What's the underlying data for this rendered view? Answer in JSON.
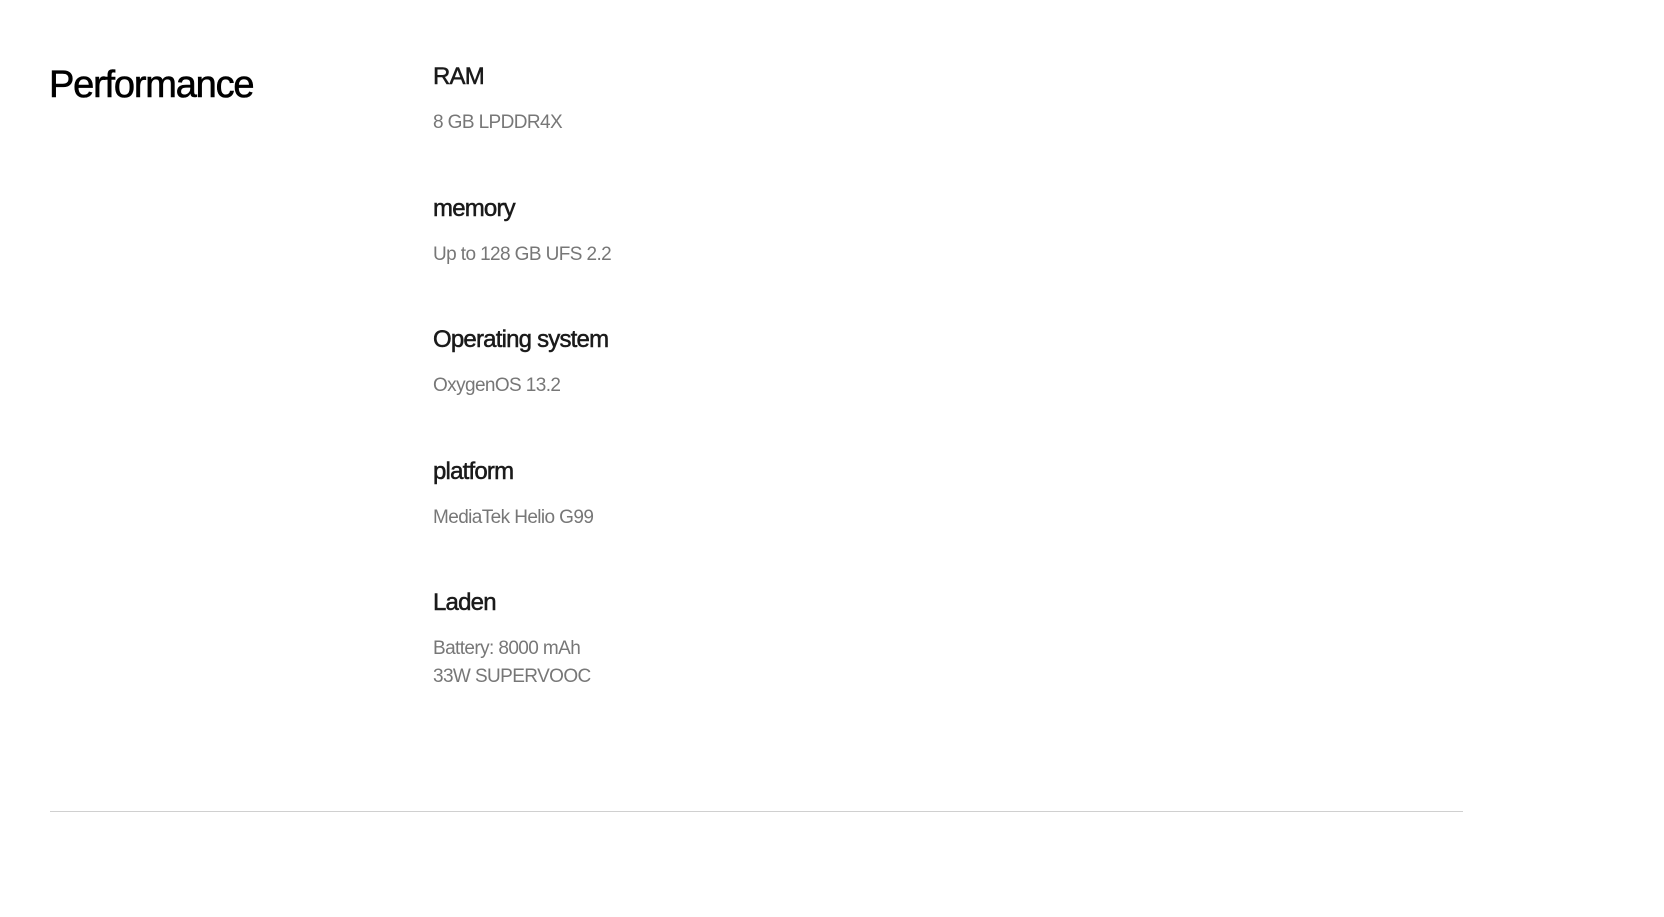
{
  "section": {
    "title": "Performance",
    "specs": [
      {
        "label": "RAM",
        "values": [
          "8 GB LPDDR4X"
        ]
      },
      {
        "label": "memory",
        "values": [
          "Up to 128 GB UFS 2.2"
        ]
      },
      {
        "label": "Operating system",
        "values": [
          "OxygenOS 13.2"
        ]
      },
      {
        "label": "platform",
        "values": [
          "MediaTek Helio G99"
        ]
      },
      {
        "label": "Laden",
        "values": [
          "Battery: 8000 mAh",
          "33W SUPERVOOC"
        ]
      }
    ]
  }
}
